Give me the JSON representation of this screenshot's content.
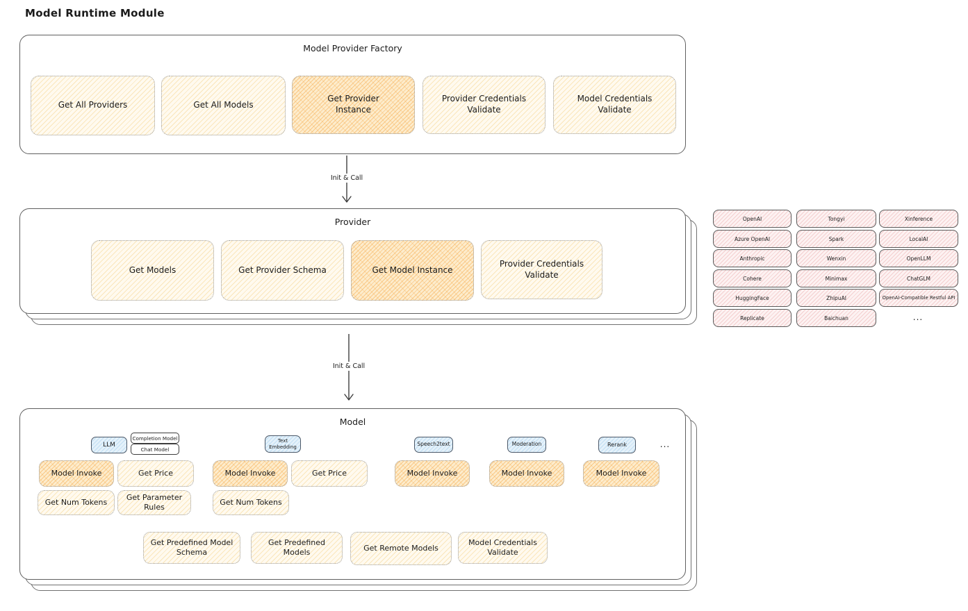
{
  "page": {
    "title": "Model Runtime Module"
  },
  "colors": {
    "box_yellow": "#fffaef",
    "box_highlight": "#fdeccc",
    "provider_pink": "#fdf2f2",
    "tag_blue": "#e4f1fa"
  },
  "factory": {
    "title": "Model Provider Factory",
    "boxes": [
      {
        "label": "Get All Providers",
        "highlight": false
      },
      {
        "label": "Get All Models",
        "highlight": false
      },
      {
        "label": "Get Provider Instance",
        "highlight": true
      },
      {
        "label": "Provider Credentials Validate",
        "highlight": false
      },
      {
        "label": "Model Credentials Validate",
        "highlight": false
      }
    ]
  },
  "arrow_factory_provider": {
    "label": "Init & Call"
  },
  "provider": {
    "title": "Provider",
    "boxes": [
      {
        "label": "Get Models",
        "highlight": false
      },
      {
        "label": "Get Provider Schema",
        "highlight": false
      },
      {
        "label": "Get Model Instance",
        "highlight": true
      },
      {
        "label": "Provider Credentials Validate",
        "highlight": false
      }
    ]
  },
  "provider_list": {
    "items": [
      "OpenAI",
      "Tongyi",
      "Xinference",
      "Azure OpenAI",
      "Spark",
      "LocalAI",
      "Anthropic",
      "Wenxin",
      "OpenLLM",
      "Cohere",
      "Minimax",
      "ChatGLM",
      "HuggingFace",
      "ZhipuAI",
      "OpenAI-Compatible Restful API",
      "Replicate",
      "Baichuan"
    ],
    "more_label": "..."
  },
  "arrow_provider_model": {
    "label": "Init & Call"
  },
  "model": {
    "title": "Model",
    "more_label": "...",
    "llm_group": {
      "tag": "LLM",
      "sub_tags": [
        "Completion Model",
        "Chat Model"
      ],
      "boxes": [
        {
          "label": "Model Invoke",
          "highlight": true
        },
        {
          "label": "Get Price",
          "highlight": false
        },
        {
          "label": "Get Num Tokens",
          "highlight": false
        },
        {
          "label": "Get Parameter Rules",
          "highlight": false
        }
      ]
    },
    "text_embedding_group": {
      "tag": "Text Embedding",
      "boxes": [
        {
          "label": "Model Invoke",
          "highlight": true
        },
        {
          "label": "Get Price",
          "highlight": false
        },
        {
          "label": "Get Num Tokens",
          "highlight": false
        }
      ]
    },
    "speech2text_group": {
      "tag": "Speech2text",
      "boxes": [
        {
          "label": "Model Invoke",
          "highlight": true
        }
      ]
    },
    "moderation_group": {
      "tag": "Moderation",
      "boxes": [
        {
          "label": "Model Invoke",
          "highlight": true
        }
      ]
    },
    "rerank_group": {
      "tag": "Rerank",
      "boxes": [
        {
          "label": "Model Invoke",
          "highlight": true
        }
      ]
    },
    "shared_boxes": [
      {
        "label": "Get Predefined Model Schema"
      },
      {
        "label": "Get Predefined Models"
      },
      {
        "label": "Get Remote Models"
      },
      {
        "label": "Model Credentials Validate"
      }
    ]
  }
}
